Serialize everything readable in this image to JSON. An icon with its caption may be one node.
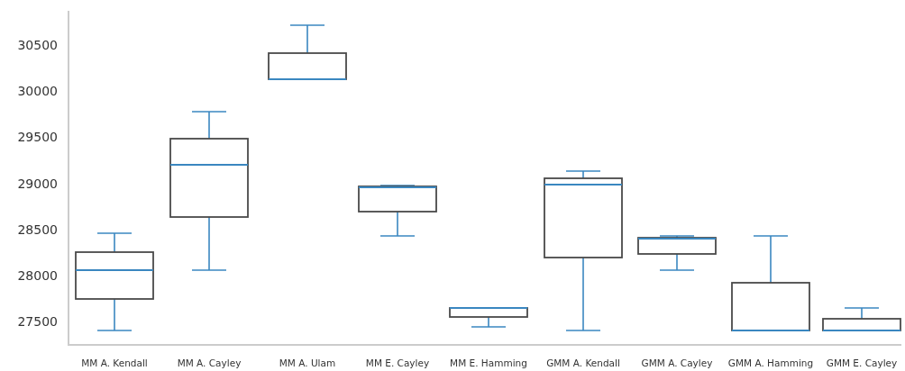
{
  "diagram": {
    "labels": [
      "30500",
      "30000",
      "29500",
      "29000",
      "28500",
      "28000",
      "27500",
      "MM A. Kendall",
      "MM A. Cayley",
      "MM A. Ulam",
      "MM E. Cayley",
      "MM E. Hamming",
      "GMM A. Kendall",
      "GMM A. Cayley",
      "GMM A. Hamming",
      "GMM E. Cayley"
    ]
  }
}
